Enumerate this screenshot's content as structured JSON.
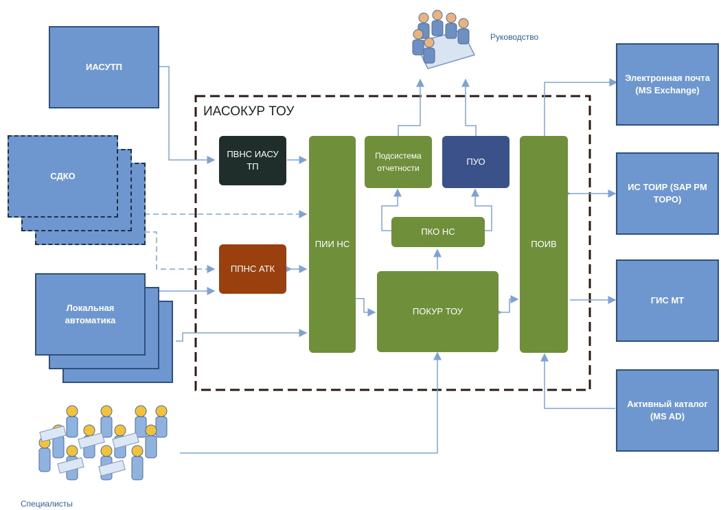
{
  "boundary": {
    "title": "ИАСОКУР ТОУ"
  },
  "external": {
    "iasutp": "ИАСУТП",
    "sdko": "СДКО",
    "local": "Локальная автоматика",
    "email": "Электронная почта (MS Exchange)",
    "istoir": "ИС ТОИР (SAP PM ТОРО)",
    "gis": "ГИС МТ",
    "ad": "Активный каталог (MS AD)"
  },
  "internal": {
    "pvns": "ПВНС ИАСУ ТП",
    "ppns": "ППНС АТК",
    "pii": "ПИИ НС",
    "report": "Подсистема отчетности",
    "puo": "ПУО",
    "pko": "ПКО НС",
    "pokur": "ПОКУР ТОУ",
    "poiv": "ПОИВ"
  },
  "actors": {
    "management": "Руководство",
    "specialists": "Специалисты"
  },
  "colors": {
    "external": "#6e97cf",
    "green": "#6f8f3a",
    "pvns": "#1f2e2a",
    "ppns": "#9a3f0e",
    "puo": "#3a5289",
    "boundary": "#2b1a14",
    "arrow": "#7ea3d2"
  }
}
